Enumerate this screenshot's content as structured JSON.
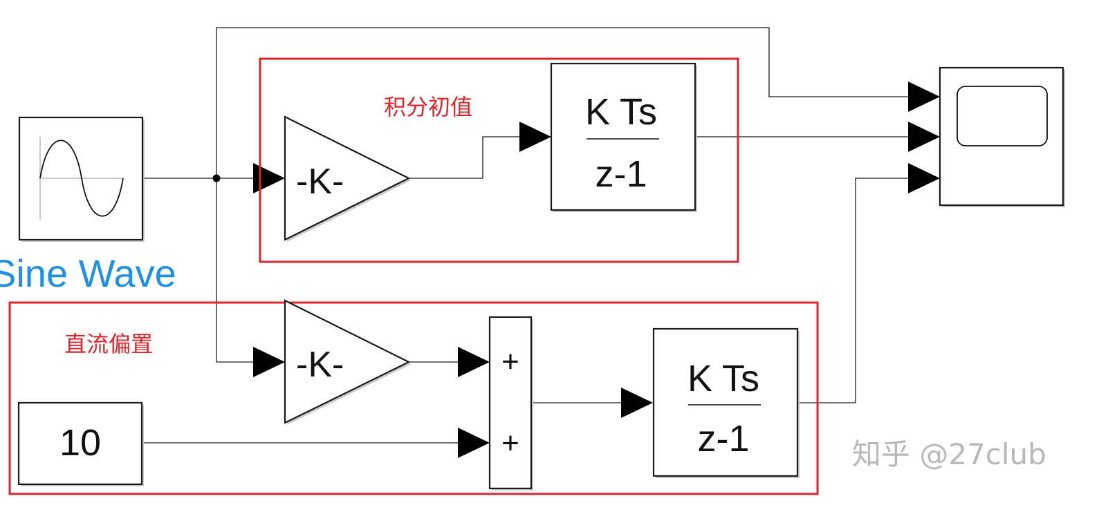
{
  "colors": {
    "accent": "#1e90e6",
    "group_border": "#e0242b",
    "watermark": "#b8b8b8"
  },
  "blocks": {
    "sine_label": "Sine Wave",
    "gain_top": "-K-",
    "gain_bottom": "-K-",
    "integrator_top": {
      "numerator": "K Ts",
      "denominator": "z-1"
    },
    "integrator_bottom": {
      "numerator": "K Ts",
      "denominator": "z-1"
    },
    "constant": "10",
    "sum_signs": [
      "+",
      "+"
    ]
  },
  "groups": {
    "top_label": "积分初值",
    "bottom_label": "直流偏置"
  },
  "watermark": {
    "text": "知乎 @27club"
  },
  "icons": {
    "sine": "sine-wave-icon",
    "scope": "scope-screen-icon"
  }
}
